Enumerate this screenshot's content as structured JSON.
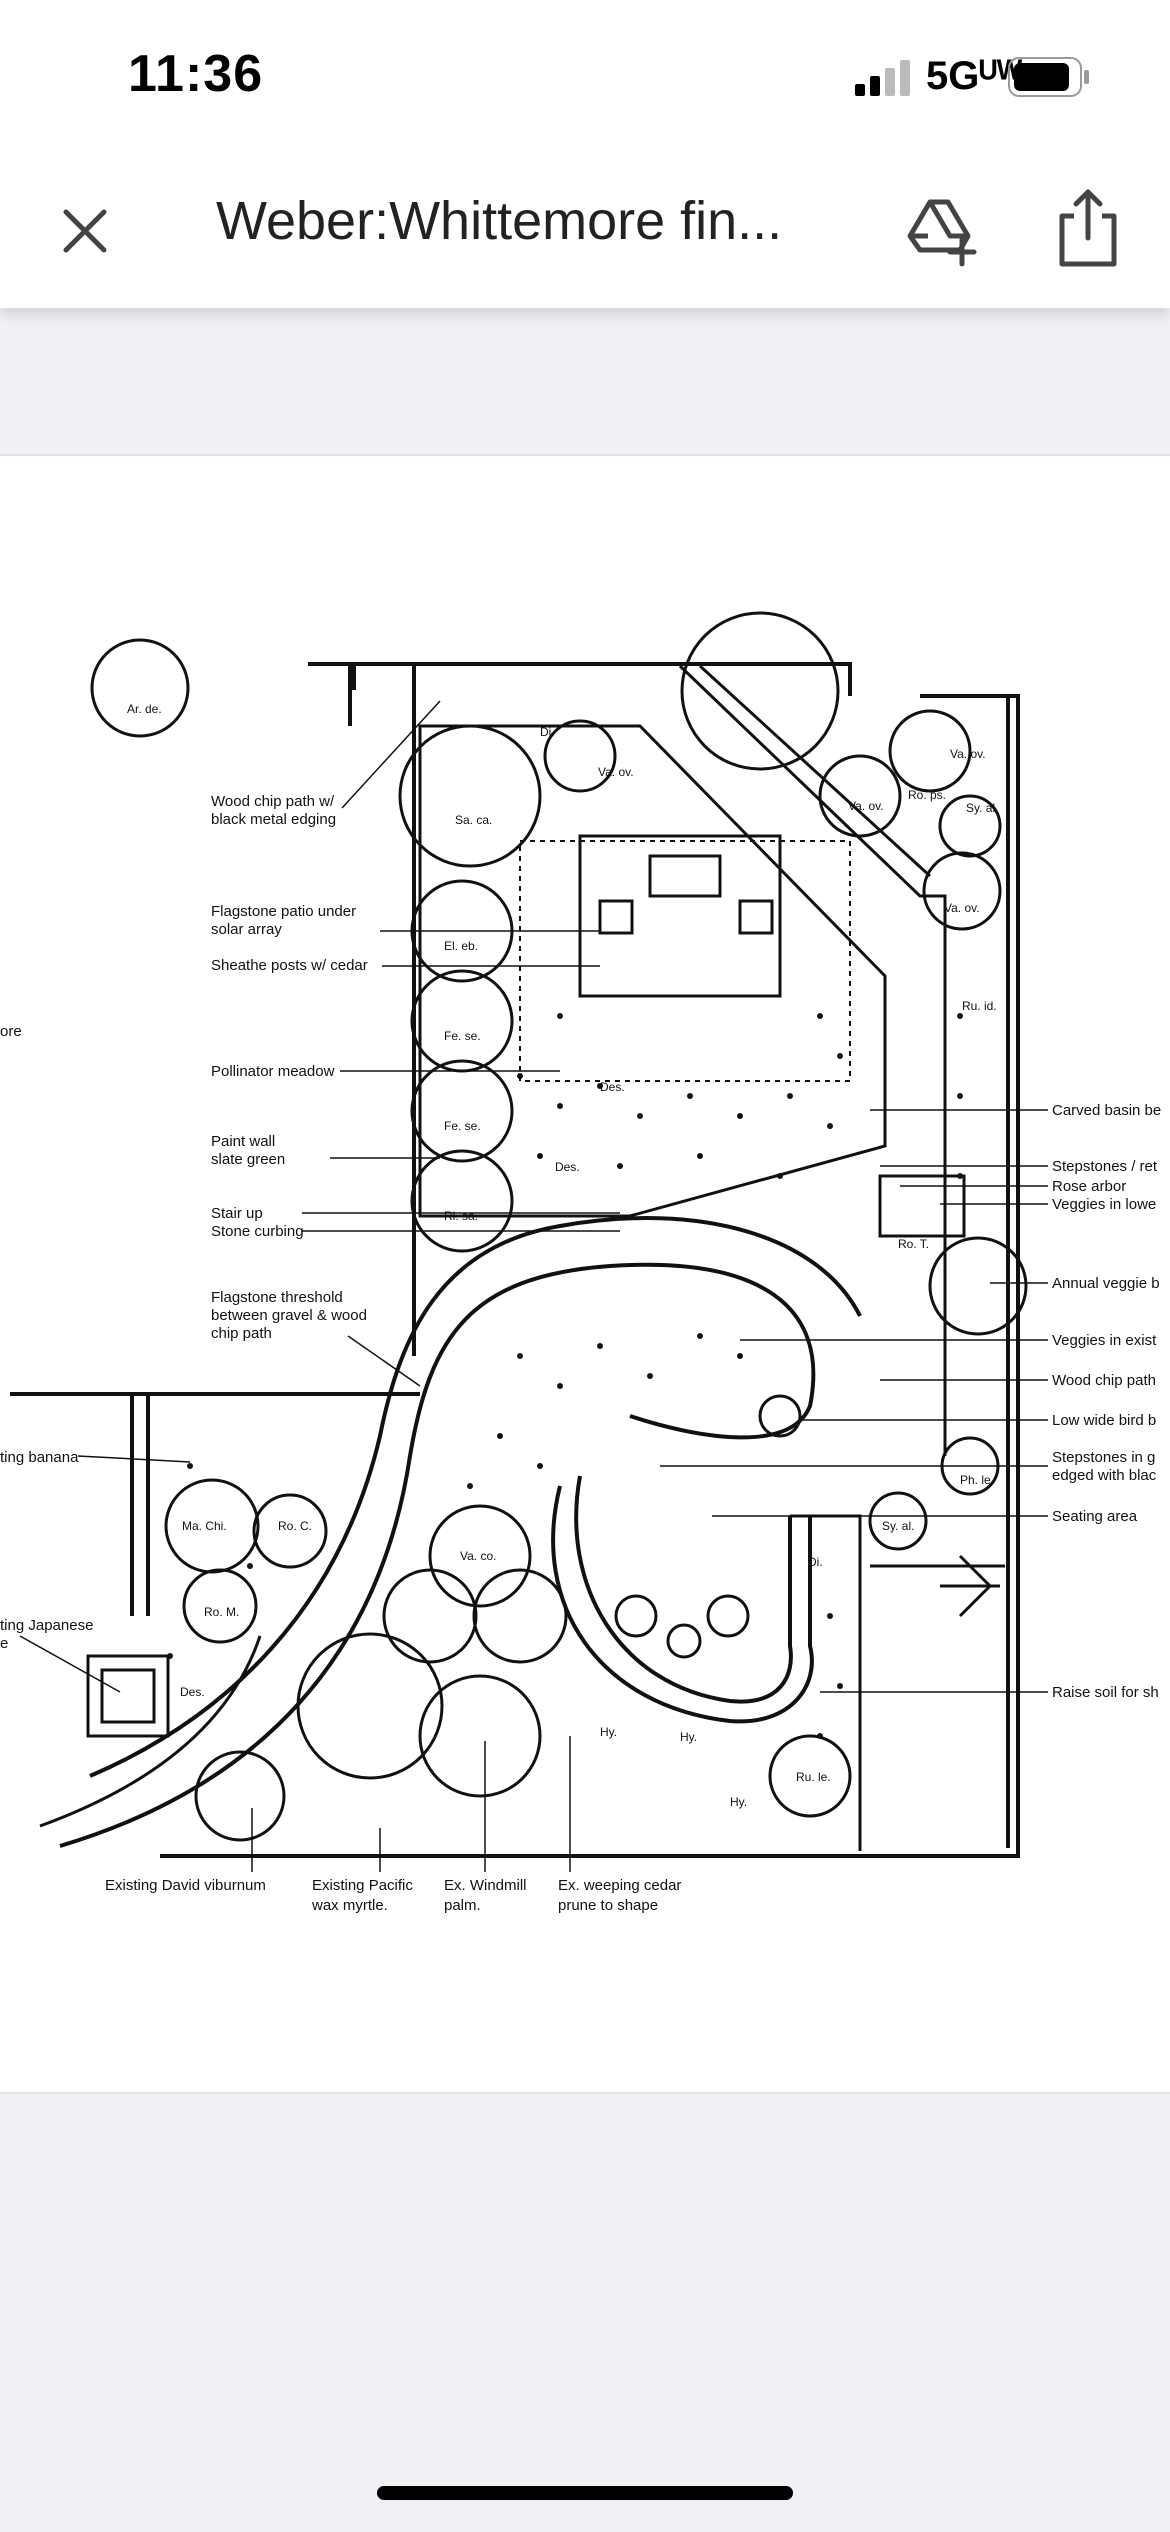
{
  "status_bar": {
    "time": "11:36",
    "network": "5Gᵁᵂ",
    "battery_level": 0.8
  },
  "header": {
    "title": "Weber:Whittemore fin..."
  },
  "icons": {
    "close": "close-icon",
    "add_to_drive": "add-to-drive-icon",
    "share": "share-icon"
  },
  "plan": {
    "left_labels": [
      "Wood chip path w/",
      "black metal edging",
      "Flagstone patio under",
      "solar array",
      "Sheathe posts w/ cedar",
      "Pollinator meadow",
      "Paint wall",
      "slate green",
      "Stair up",
      "Stone curbing",
      "Flagstone threshold",
      "between gravel & wood",
      "chip path",
      "ore",
      "ting banana",
      "ting Japanese",
      "e"
    ],
    "right_labels": [
      "Carved basin be",
      "Stepstones / ret",
      "Rose arbor",
      "Veggies in lowe",
      "Annual veggie b",
      "Veggies in exist",
      "Wood chip path",
      "Low wide bird b",
      "Stepstones in g",
      "edged with blac",
      "Seating area",
      "Raise soil for sh"
    ],
    "bottom_labels": [
      "Existing David viburnum",
      "Existing Pacific",
      "wax myrtle.",
      "Ex. Windmill",
      "palm.",
      "Ex. weeping cedar",
      "prune to shape"
    ],
    "plant_codes": [
      "Ar. de.",
      "Sa. ca.",
      "Va. ov.",
      "Va. ov.",
      "Ro. ps.",
      "Sy. al.",
      "Va. ov.",
      "Va. ov.",
      "Ru. id.",
      "El. eb.",
      "Fe. se.",
      "Fe. se.",
      "Ri. sa.",
      "Ro. T.",
      "Ph. le.",
      "Sy. al.",
      "Ma. Chi.",
      "Ro. C.",
      "Ro. M.",
      "Va. co.",
      "Ru. le.",
      "Des.",
      "Des.",
      "Des.",
      "Hy.",
      "Hy.",
      "Hy.",
      "Di.",
      "Di."
    ]
  }
}
